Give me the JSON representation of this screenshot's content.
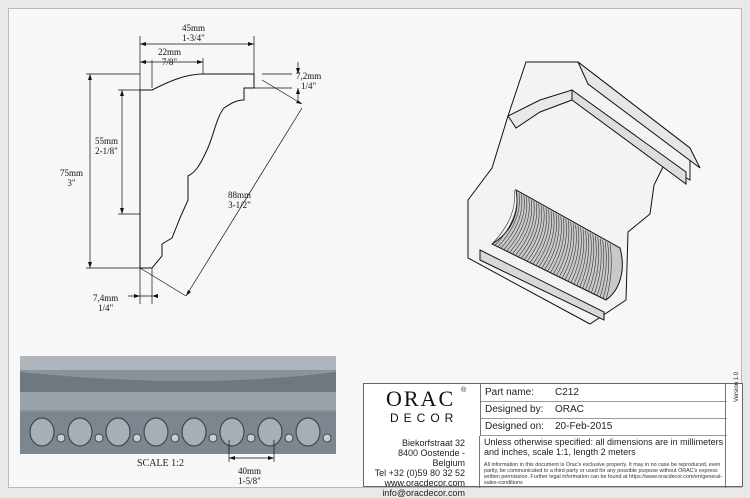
{
  "dimensions": {
    "width_total": {
      "mm": "45mm",
      "in": "1-3/4\""
    },
    "width_top": {
      "mm": "22mm",
      "in": "7/8\""
    },
    "step": {
      "mm": "7,2mm",
      "in": "1/4\""
    },
    "height_mid": {
      "mm": "55mm",
      "in": "2-1/8\""
    },
    "height_total": {
      "mm": "75mm",
      "in": "3\""
    },
    "diagonal": {
      "mm": "88mm",
      "in": "3-1/2\""
    },
    "bottom": {
      "mm": "7,4mm",
      "in": "1/4\""
    },
    "repeat": {
      "mm": "40mm",
      "in": "1-5/8\""
    }
  },
  "scale_label": "SCALE  1:2",
  "titleblock": {
    "logo_main": "ORAC",
    "logo_sub": "DECOR",
    "logo_reg": "®",
    "address": [
      "Biekorfstraat 32",
      "8400 Oostende - Belgium",
      "Tel  +32 (0)59 80 32 52",
      "www.oracdecor.com",
      "info@oracdecor.com"
    ],
    "part_name_label": "Part name:",
    "part_name": "C212",
    "designed_by_label": "Designed by:",
    "designed_by": "ORAC",
    "designed_on_label": "Designed on:",
    "designed_on": "20-Feb-2015",
    "notes": "Unless otherwise specified: all dimensions are in millimeters and inches, scale 1:1, length 2 meters",
    "legal": "All information in this document is Orac's exclusive property.  It may in no case be reproduced, even partly, be communicated to a third party or used for any possible purpose without ORAC's express written permission. Further legal information can be found at https://www.oracdecor.com/en/general-sales-conditions",
    "version": "Version 1.0"
  },
  "colors": {
    "line": "#111111",
    "moulding": "#8c949c",
    "moulding_dark": "#5d656d",
    "iso_face": "#f2f2f2"
  }
}
